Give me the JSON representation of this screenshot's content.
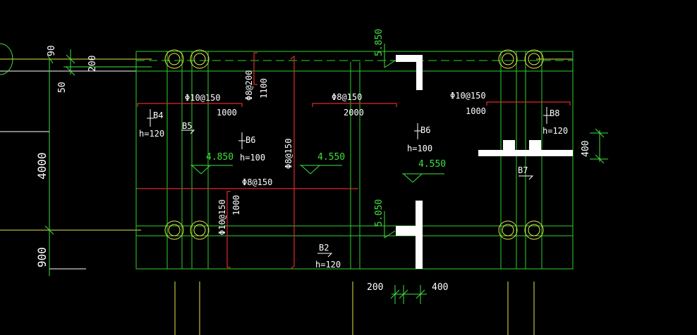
{
  "colors": {
    "background": "#000000",
    "beam_line": "#2bd22b",
    "axis_yellow": "#e6e64a",
    "rebar_red": "#e02828",
    "text_white": "#ffffff",
    "elevation_green": "#3fe03f",
    "column_white": "#ffffff"
  },
  "dimensions": {
    "top_90": "90",
    "top_200": "200",
    "left_50": "50",
    "left_4000": "4000",
    "left_900": "900",
    "right_400": "400",
    "bottom_200": "200",
    "bottom_400": "400"
  },
  "elevations": {
    "top_5850": "5.850",
    "mid_5050": "5.050",
    "slab_4850": "4.850",
    "slab_4550_a": "4.550",
    "slab_4550_b": "4.550"
  },
  "rebars": {
    "r1_spec": "Φ10@150",
    "r1_len": "1000",
    "r2_spec": "Φ8@200",
    "r2_len": "1100",
    "r3_spec": "Φ8@150",
    "r3_len": "2000",
    "r4_spec": "Φ10@150",
    "r4_len": "1000",
    "r5_spec": "Φ8@150",
    "r6_spec": "Φ8@150",
    "r7_spec": "Φ10@150",
    "r7_len": "1000"
  },
  "slabs": {
    "b4_name": "B4",
    "b4_h": "h=120",
    "b5_name": "B5",
    "b6a_name": "B6",
    "b6a_h": "h=100",
    "b6b_name": "B6",
    "b6b_h": "h=100",
    "b8_name": "B8",
    "b8_h": "h=120",
    "b7_name": "B7",
    "b2_name": "B2",
    "b2_h": "h=120"
  }
}
